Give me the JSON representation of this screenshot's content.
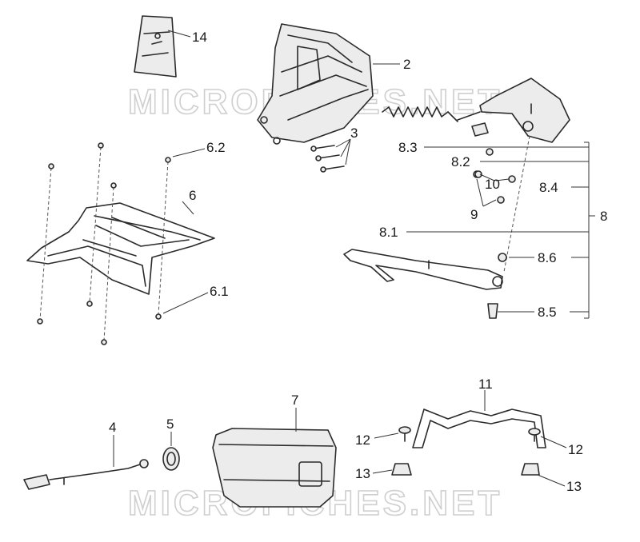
{
  "watermark": "MICROFICHES.NET",
  "labels": {
    "l14": "14",
    "l2": "2",
    "l3": "3",
    "l6_2": "6.2",
    "l6": "6",
    "l6_1": "6.1",
    "l8_3": "8.3",
    "l8_2": "8.2",
    "l10": "10",
    "l9": "9",
    "l8_4": "8.4",
    "l8": "8",
    "l8_1": "8.1",
    "l8_6": "8.6",
    "l8_5": "8.5",
    "l4": "4",
    "l5": "5",
    "l7": "7",
    "l11": "11",
    "l12a": "12",
    "l12b": "12",
    "l13a": "13",
    "l13b": "13"
  }
}
